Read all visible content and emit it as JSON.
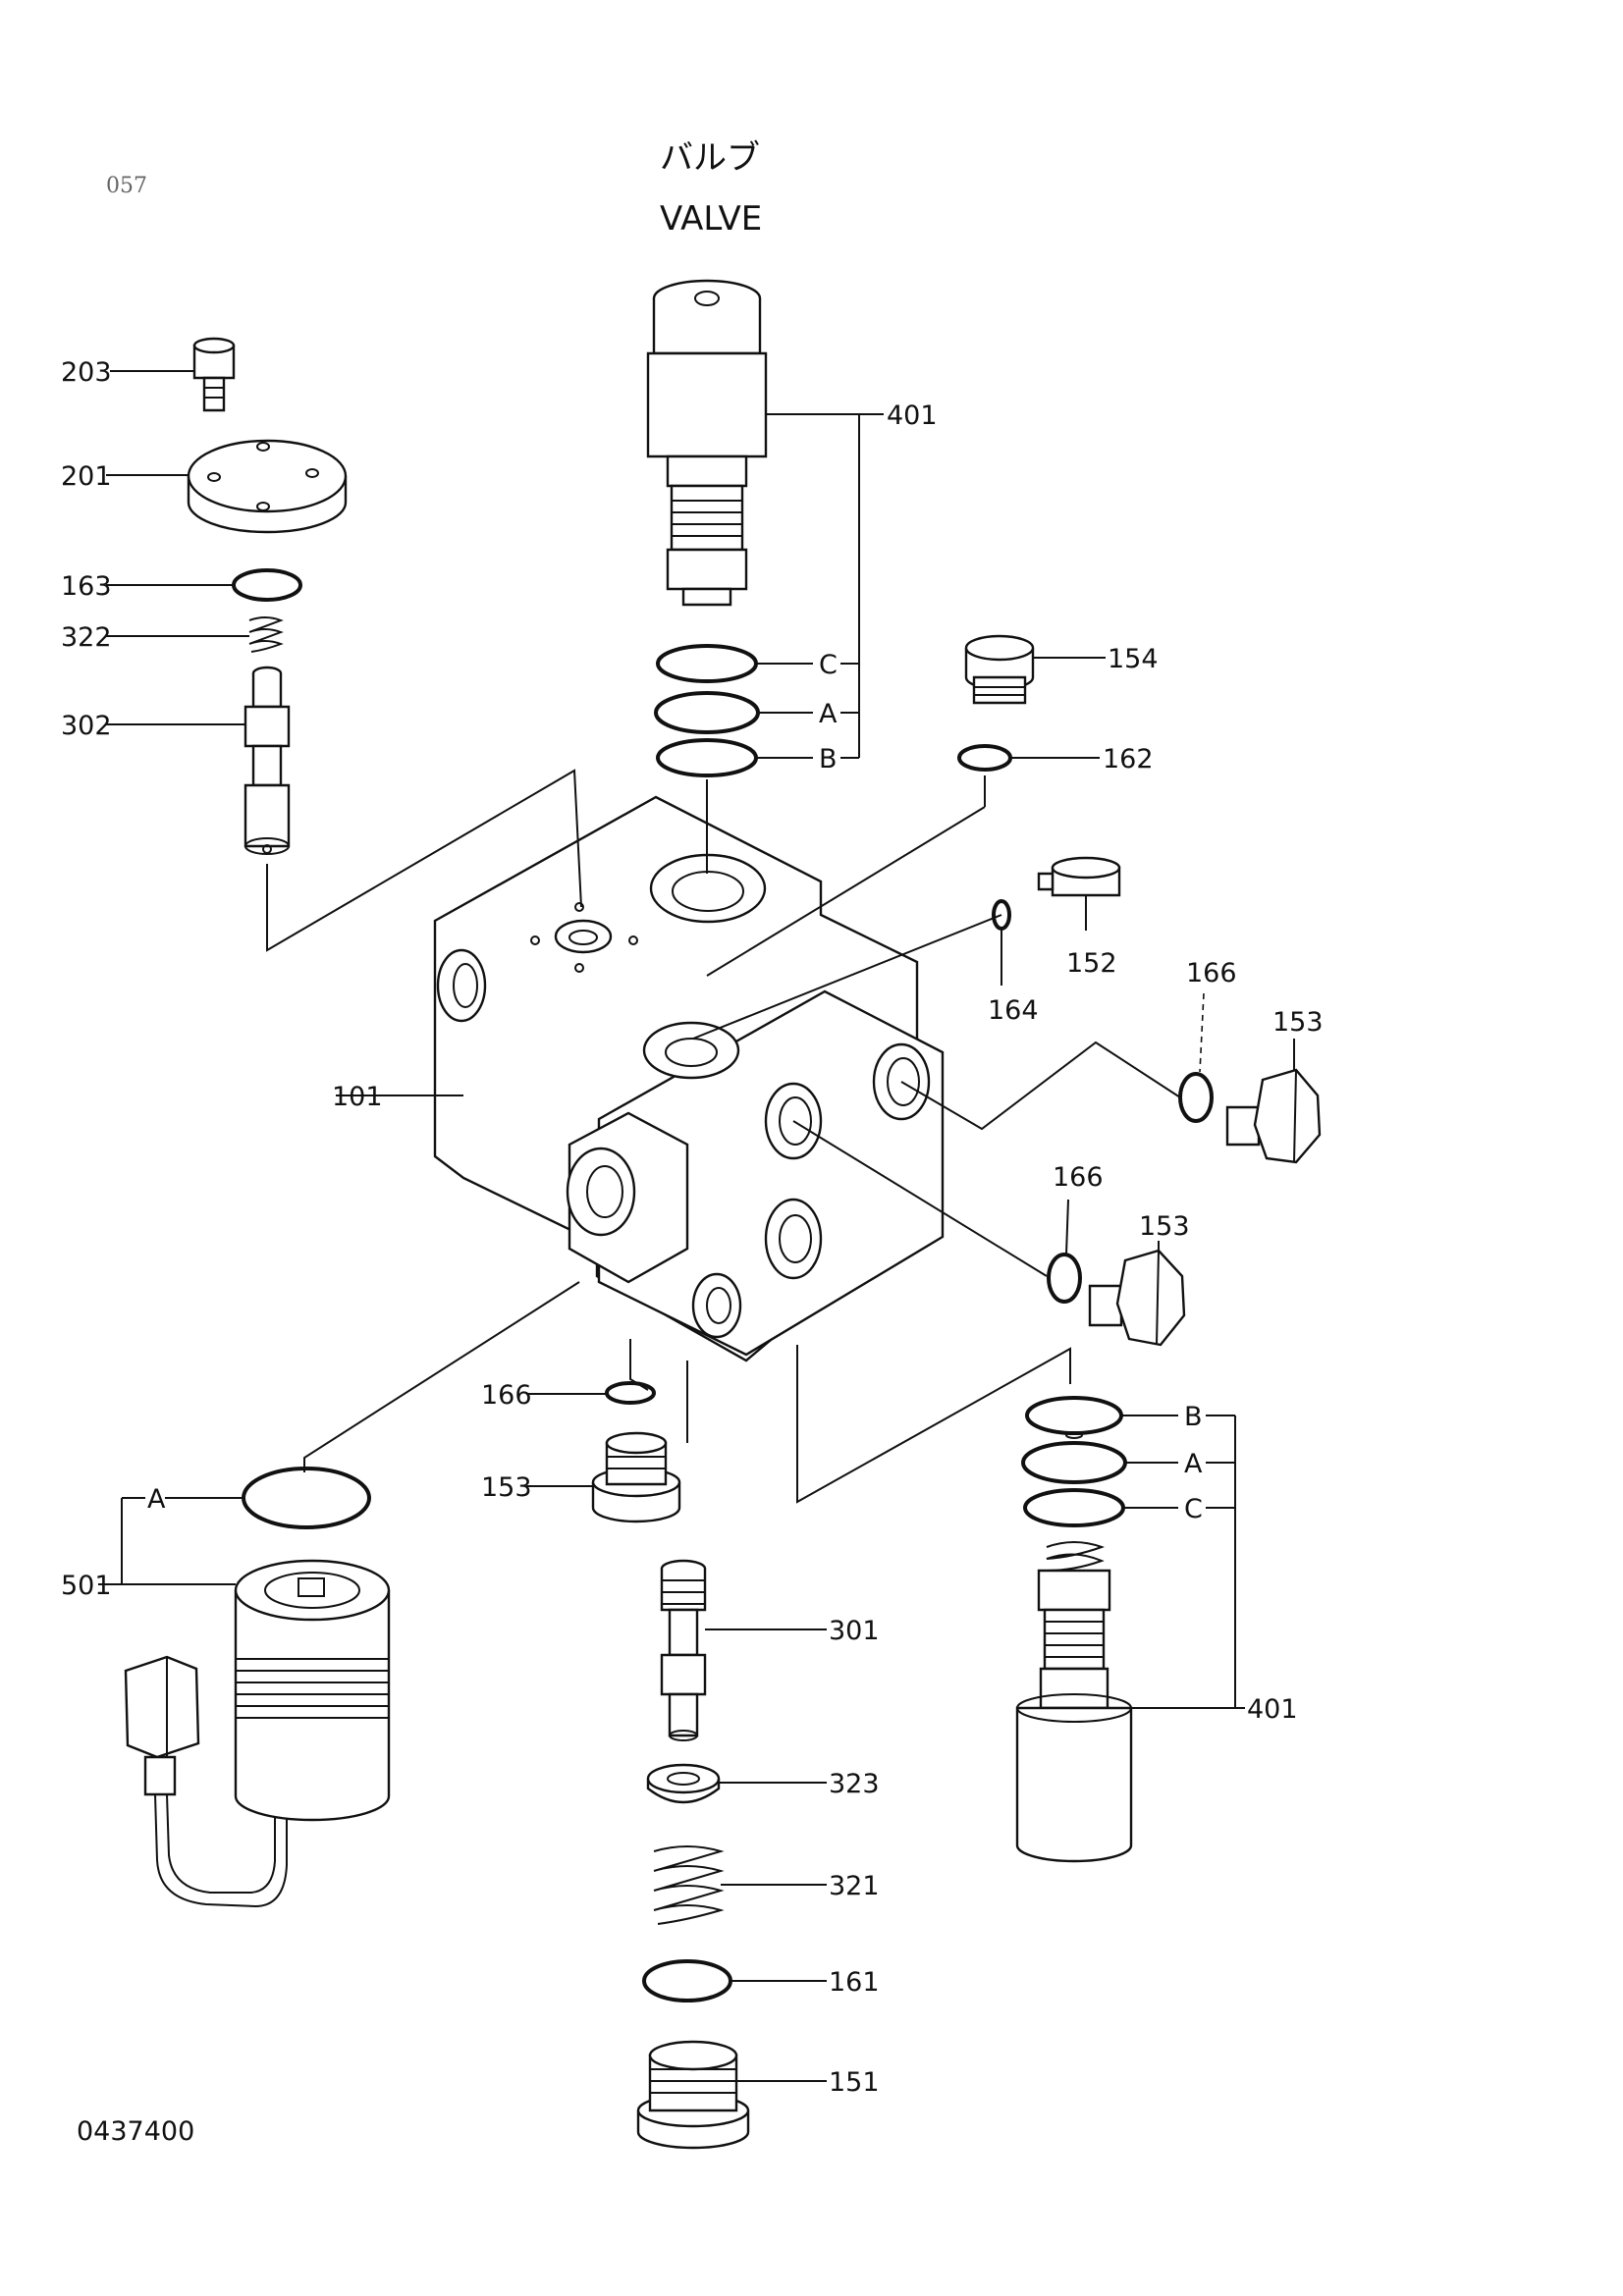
{
  "page": {
    "page_number": "057",
    "title_jp": "バルブ",
    "title_en": "VALVE",
    "drawing_number": "0437400"
  },
  "labels": {
    "p203": "203",
    "p201": "201",
    "p163": "163",
    "p322": "322",
    "p302": "302",
    "p401_top": "401",
    "p401_top_c": "C",
    "p401_top_a": "A",
    "p401_top_b": "B",
    "p154": "154",
    "p162": "162",
    "p152": "152",
    "p164": "164",
    "p166_a": "166",
    "p153_a": "153",
    "p101": "101",
    "p166_b": "166",
    "p153_b": "153",
    "p166_c": "166",
    "p153_c": "153",
    "p401_bot_b": "B",
    "p401_bot_a": "A",
    "p401_bot_c": "C",
    "p401_bot": "401",
    "p501": "501",
    "p501_a": "A",
    "p301": "301",
    "p323": "323",
    "p321": "321",
    "p161": "161",
    "p151": "151"
  }
}
